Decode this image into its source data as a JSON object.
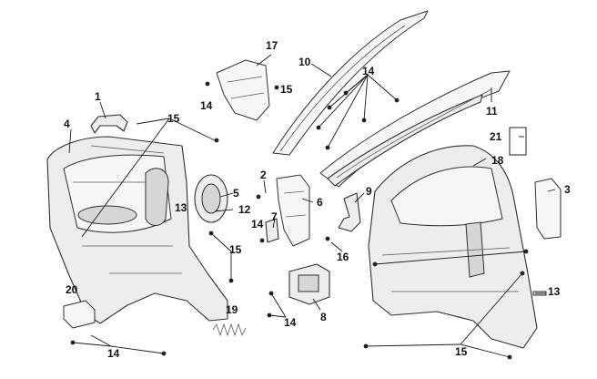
{
  "callouts": [
    {
      "id": "c1",
      "text": "1"
    },
    {
      "id": "c2",
      "text": "2"
    },
    {
      "id": "c3",
      "text": "3"
    },
    {
      "id": "c4",
      "text": "4"
    },
    {
      "id": "c5",
      "text": "5"
    },
    {
      "id": "c6",
      "text": "6"
    },
    {
      "id": "c7",
      "text": "7"
    },
    {
      "id": "c8",
      "text": "8"
    },
    {
      "id": "c9",
      "text": "9"
    },
    {
      "id": "c10",
      "text": "10"
    },
    {
      "id": "c11",
      "text": "11"
    },
    {
      "id": "c12",
      "text": "12"
    },
    {
      "id": "c13a",
      "text": "13"
    },
    {
      "id": "c13b",
      "text": "13"
    },
    {
      "id": "c14a",
      "text": "14"
    },
    {
      "id": "c14b",
      "text": "14"
    },
    {
      "id": "c14c",
      "text": "14"
    },
    {
      "id": "c14d",
      "text": "14"
    },
    {
      "id": "c14e",
      "text": "14"
    },
    {
      "id": "c15a",
      "text": "15"
    },
    {
      "id": "c15b",
      "text": "15"
    },
    {
      "id": "c15c",
      "text": "15"
    },
    {
      "id": "c15d",
      "text": "15"
    },
    {
      "id": "c16",
      "text": "16"
    },
    {
      "id": "c17",
      "text": "17"
    },
    {
      "id": "c18",
      "text": "18"
    },
    {
      "id": "c19",
      "text": "19"
    },
    {
      "id": "c20",
      "text": "20"
    },
    {
      "id": "c21",
      "text": "21"
    }
  ]
}
